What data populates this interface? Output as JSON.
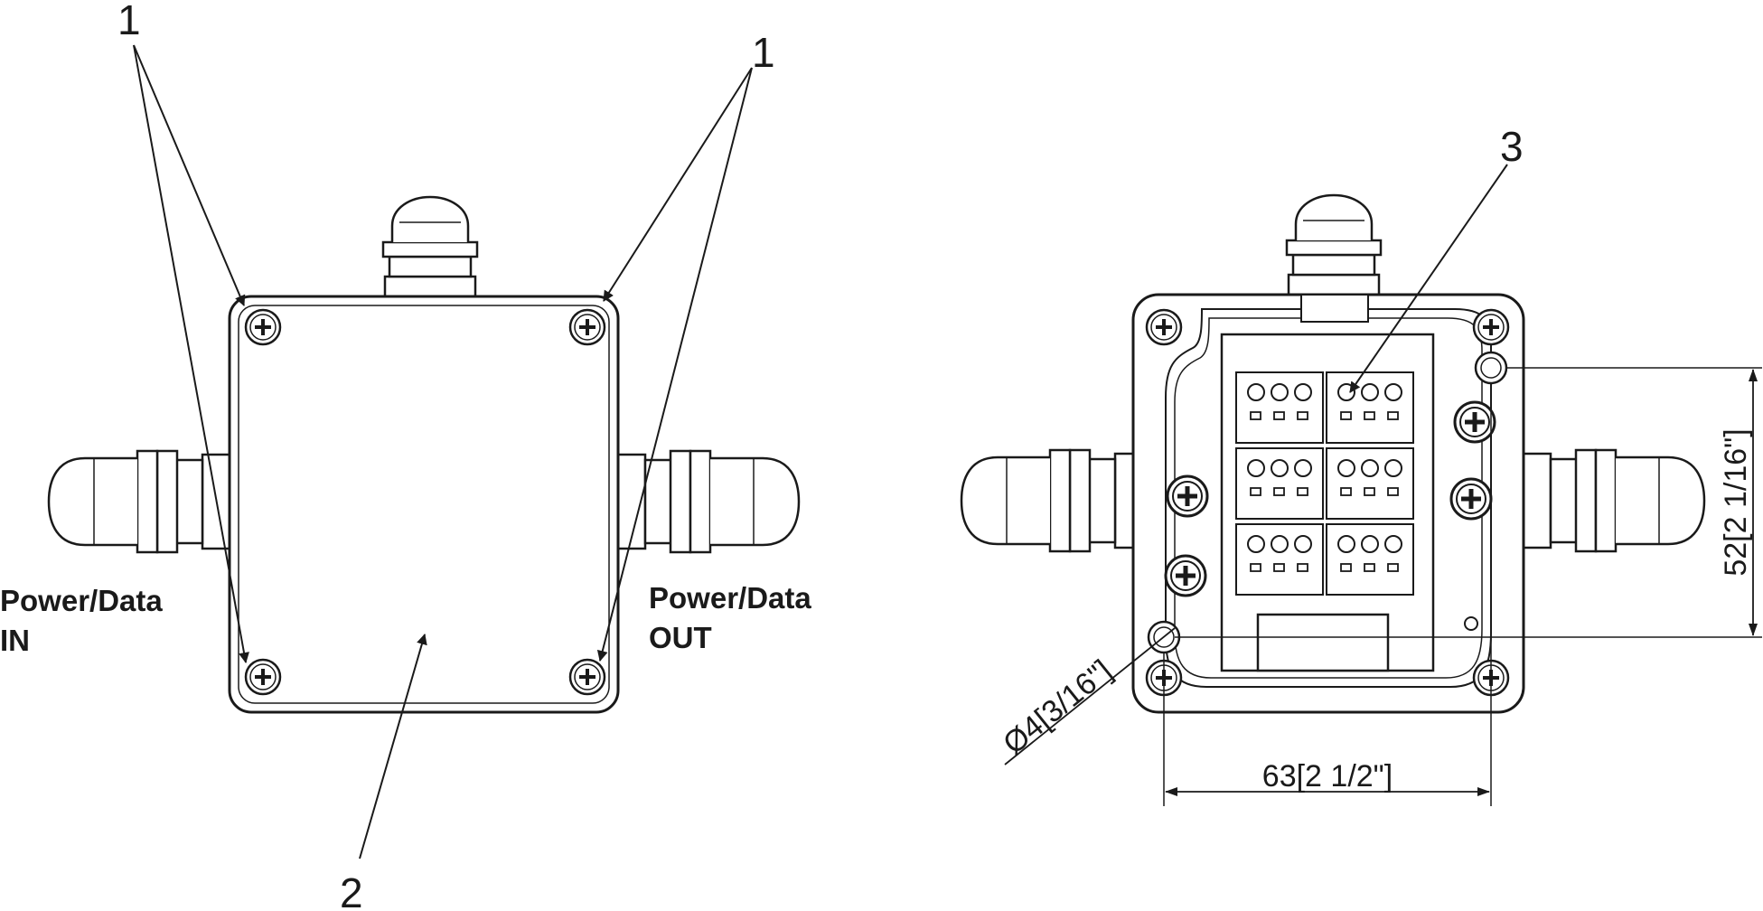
{
  "callouts": {
    "screws_left": "1",
    "screws_right": "1",
    "cover": "2",
    "terminal_block": "3"
  },
  "port_labels": {
    "in_line1": "Power/Data",
    "in_line2": "IN",
    "out_line1": "Power/Data",
    "out_line2": "OUT"
  },
  "dimensions": {
    "width": "63[2 1/2\"]",
    "height": "52[2 1/16\"]",
    "hole": "Ø4[3/16\"]"
  },
  "colors": {
    "line": "#1a1a1a",
    "background": "#ffffff"
  }
}
